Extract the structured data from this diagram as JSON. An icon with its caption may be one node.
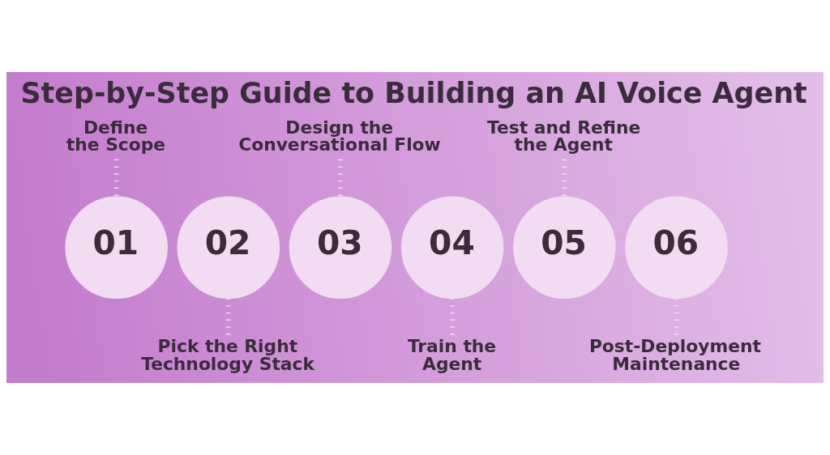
{
  "diagram": {
    "title": "Step-by-Step Guide to Building an AI Voice Agent",
    "nodes": [
      {
        "text": [
          "Define the Scope"
        ]
      },
      {
        "text": [
          "Design the Conversational Flow"
        ]
      },
      {
        "text": [
          "Test and Refine the Agent"
        ]
      },
      {
        "text": [
          "01"
        ]
      },
      {
        "text": [
          "02"
        ]
      },
      {
        "text": [
          "03"
        ]
      },
      {
        "text": [
          "04"
        ]
      },
      {
        "text": [
          "05"
        ]
      },
      {
        "text": [
          "06"
        ]
      },
      {
        "text": [
          "Pick the Right Technology Stack"
        ]
      },
      {
        "text": [
          "Train the Agent"
        ]
      },
      {
        "text": [
          "Post-Deployment Maintenance"
        ]
      }
    ],
    "edges": [
      {
        "from": 0,
        "to": 3,
        "arrow": "none",
        "style": "dashed"
      },
      {
        "from": 4,
        "to": 9,
        "arrow": "none",
        "style": "dashed"
      },
      {
        "from": 1,
        "to": 5,
        "arrow": "none",
        "style": "dashed"
      },
      {
        "from": 6,
        "to": 10,
        "arrow": "none",
        "style": "dashed"
      },
      {
        "from": 2,
        "to": 7,
        "arrow": "none",
        "style": "dashed"
      },
      {
        "from": 8,
        "to": 11,
        "arrow": "none",
        "style": "dashed"
      }
    ]
  }
}
